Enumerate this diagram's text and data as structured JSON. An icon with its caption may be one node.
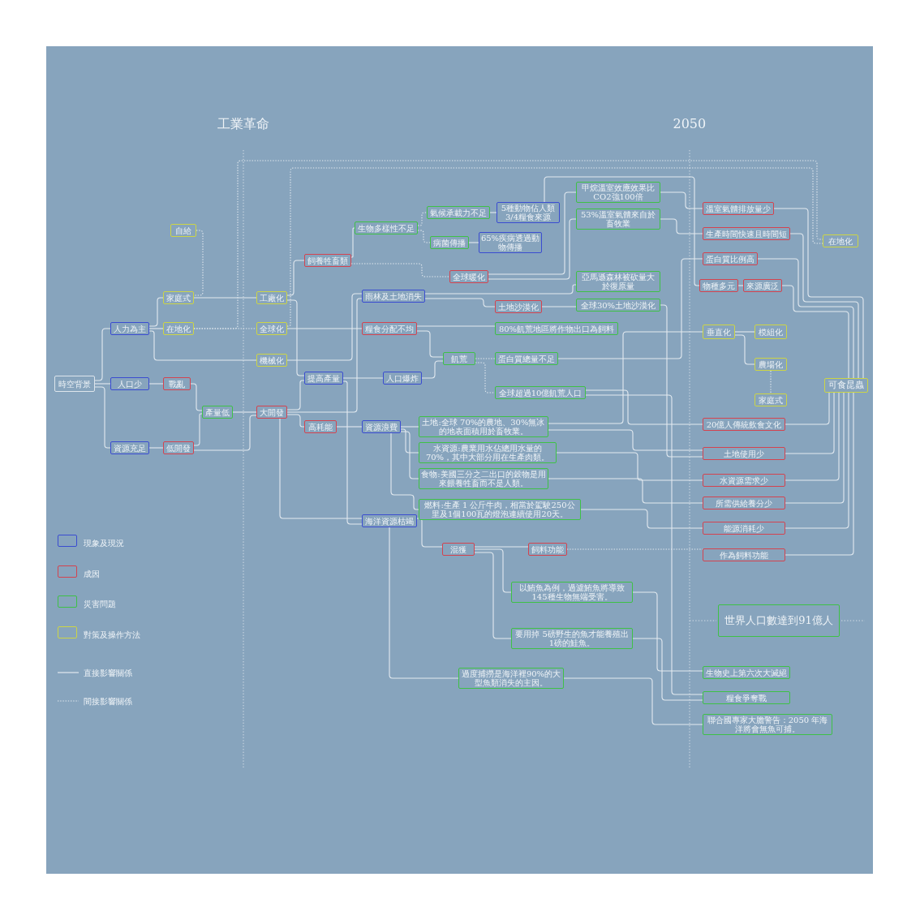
{
  "diagram": {
    "nodes": [
      {
        "text": [
          "時空背景"
        ]
      },
      {
        "text": [
          "人力為主"
        ]
      },
      {
        "text": [
          "人口少"
        ]
      },
      {
        "text": [
          "資源充足"
        ]
      },
      {
        "text": [
          "自給"
        ]
      },
      {
        "text": [
          "家庭式"
        ]
      },
      {
        "text": [
          "在地化"
        ]
      },
      {
        "text": [
          "戰亂"
        ]
      },
      {
        "text": [
          "低開發"
        ]
      },
      {
        "text": [
          "產量低"
        ]
      },
      {
        "text": [
          "工廠化"
        ]
      },
      {
        "text": [
          "全球化"
        ]
      },
      {
        "text": [
          "機械化"
        ]
      },
      {
        "text": [
          "大開發"
        ]
      },
      {
        "text": [
          "飼養牲畜類"
        ]
      },
      {
        "text": [
          "生物多樣性不足"
        ]
      },
      {
        "text": [
          "提高產量"
        ]
      },
      {
        "text": [
          "高耗能"
        ]
      },
      {
        "text": [
          "氣候承載力不足"
        ]
      },
      {
        "text": [
          "病菌傳播"
        ]
      },
      {
        "text": [
          "5種動物佔人類3/4糧食來源"
        ]
      },
      {
        "text": [
          "65%疾病透過動物傳播"
        ]
      },
      {
        "text": [
          "全球暖化"
        ]
      },
      {
        "text": [
          "雨林及土地消失"
        ]
      },
      {
        "text": [
          "糧食分配不均"
        ]
      },
      {
        "text": [
          "人口爆炸"
        ]
      },
      {
        "text": [
          "飢荒"
        ]
      },
      {
        "text": [
          "土地沙漠化"
        ]
      },
      {
        "text": [
          "資源浪費"
        ]
      },
      {
        "text": [
          "海洋資源枯竭"
        ]
      },
      {
        "text": [
          "甲烷溫室效應效果比CO2強100倍"
        ]
      },
      {
        "text": [
          "53%溫室氣體來自於畜牧業"
        ]
      },
      {
        "text": [
          "亞馬遜森林被砍量大於復原量"
        ]
      },
      {
        "text": [
          "全球30%土地沙漠化"
        ]
      },
      {
        "text": [
          "80%飢荒地區將作物出口為飼料"
        ]
      },
      {
        "text": [
          "蛋白質總量不足"
        ]
      },
      {
        "text": [
          "全球超過10億飢荒人口"
        ]
      },
      {
        "text": [
          "土地:全球 70%的農地、30%無冰的地表面積用於畜牧業。"
        ]
      },
      {
        "text": [
          "水資源:農業用水佔總用水量的 70%，其中大部分用在生產肉類。"
        ]
      },
      {
        "text": [
          "食物:美國三分之二出口的穀物是用來餵養牲畜而不是人類。"
        ]
      },
      {
        "text": [
          "燃料:生產 1 公斤牛肉，相當於駕駛250公里及1個100瓦的燈泡連續使用20天。"
        ]
      },
      {
        "text": [
          "混獲"
        ]
      },
      {
        "text": [
          "飼料功能"
        ]
      },
      {
        "text": [
          "以鮪魚為例，過濾鮪魚將導致145種生物無端受害。"
        ]
      },
      {
        "text": [
          "要用掉 5磅野生的魚才能養殖出1磅的鮭魚。"
        ]
      },
      {
        "text": [
          "過度捕撈是海洋裡90%的大型魚類消失的主因。"
        ]
      },
      {
        "text": [
          "溫室氣體排放量少"
        ]
      },
      {
        "text": [
          "生產時間快速且時間短"
        ]
      },
      {
        "text": [
          "蛋白質比例高"
        ]
      },
      {
        "text": [
          "物種多元"
        ]
      },
      {
        "text": [
          "來源廣泛"
        ]
      },
      {
        "text": [
          "在地化"
        ]
      },
      {
        "text": [
          "垂直化"
        ]
      },
      {
        "text": [
          "模組化"
        ]
      },
      {
        "text": [
          "農場化"
        ]
      },
      {
        "text": [
          "家庭式"
        ]
      },
      {
        "text": [
          "可食昆蟲"
        ]
      },
      {
        "text": [
          "20億人傳統飲食文化"
        ]
      },
      {
        "text": [
          "土地使用少"
        ]
      },
      {
        "text": [
          "水資源需求少"
        ]
      },
      {
        "text": [
          "所需供給養分少"
        ]
      },
      {
        "text": [
          "能源消耗少"
        ]
      },
      {
        "text": [
          "作為飼料功能"
        ]
      },
      {
        "text": [
          "世界人口數達到91億人"
        ]
      },
      {
        "text": [
          "生物史上第六次大滅絕"
        ]
      },
      {
        "text": [
          "糧食爭奪戰"
        ]
      },
      {
        "text": [
          "聯合國專家大膽警告：2050 年海洋將會無魚可捕。"
        ]
      }
    ],
    "edges": [
      {
        "from": 0,
        "to": 1,
        "arrow": "none"
      },
      {
        "from": 0,
        "to": 2,
        "arrow": "none"
      },
      {
        "from": 0,
        "to": 3,
        "arrow": "none"
      },
      {
        "from": 1,
        "to": 5,
        "arrow": "none"
      },
      {
        "from": 1,
        "to": 6,
        "arrow": "none"
      },
      {
        "from": 1,
        "to": 12,
        "arrow": "none"
      },
      {
        "from": 4,
        "to": 5,
        "arrow": "none",
        "style": "dashed"
      },
      {
        "from": 5,
        "to": 10,
        "arrow": "none"
      },
      {
        "from": 6,
        "to": 11,
        "arrow": "none",
        "style": "dashed"
      },
      {
        "from": 6,
        "to": 51,
        "arrow": "none",
        "style": "dashed"
      },
      {
        "from": 11,
        "to": 51,
        "arrow": "none",
        "style": "dashed"
      },
      {
        "from": 2,
        "to": 7,
        "arrow": "none"
      },
      {
        "from": 3,
        "to": 8,
        "arrow": "none"
      },
      {
        "from": 7,
        "to": 9,
        "arrow": "none"
      },
      {
        "from": 8,
        "to": 9,
        "arrow": "none"
      },
      {
        "from": 9,
        "to": 13,
        "arrow": "none"
      },
      {
        "from": 8,
        "to": 13,
        "arrow": "none"
      },
      {
        "from": 10,
        "to": 14,
        "arrow": "none"
      },
      {
        "from": 10,
        "to": 16,
        "arrow": "none"
      },
      {
        "from": 11,
        "to": 24,
        "arrow": "none"
      },
      {
        "from": 12,
        "to": 23,
        "arrow": "none"
      },
      {
        "from": 13,
        "to": 16,
        "arrow": "none"
      },
      {
        "from": 13,
        "to": 17,
        "arrow": "none"
      },
      {
        "from": 13,
        "to": 23,
        "arrow": "none"
      },
      {
        "from": 13,
        "to": 29,
        "arrow": "none"
      },
      {
        "from": 16,
        "to": 25,
        "arrow": "none"
      },
      {
        "from": 17,
        "to": 28,
        "arrow": "none"
      },
      {
        "from": 16,
        "to": 29,
        "arrow": "none"
      },
      {
        "from": 14,
        "to": 15,
        "arrow": "none"
      },
      {
        "from": 14,
        "to": 22,
        "arrow": "none",
        "style": "dashed"
      },
      {
        "from": 15,
        "to": 18,
        "arrow": "none",
        "style": "dashed"
      },
      {
        "from": 15,
        "to": 19,
        "arrow": "none",
        "style": "dashed"
      },
      {
        "from": 18,
        "to": 20,
        "arrow": "none"
      },
      {
        "from": 19,
        "to": 21,
        "arrow": "none"
      },
      {
        "from": 23,
        "to": 27,
        "arrow": "none"
      },
      {
        "from": 23,
        "to": 32,
        "arrow": "none"
      },
      {
        "from": 27,
        "to": 33,
        "arrow": "none"
      },
      {
        "from": 24,
        "to": 26,
        "arrow": "none"
      },
      {
        "from": 25,
        "to": 26,
        "arrow": "none"
      },
      {
        "from": 26,
        "to": 35,
        "arrow": "none",
        "style": "dashed"
      },
      {
        "from": 26,
        "to": 36,
        "arrow": "none",
        "style": "dashed"
      },
      {
        "from": 24,
        "to": 34,
        "arrow": "none"
      },
      {
        "from": 22,
        "to": 30,
        "arrow": "none"
      },
      {
        "from": 22,
        "to": 31,
        "arrow": "none"
      },
      {
        "from": 20,
        "to": 49,
        "arrow": "none"
      },
      {
        "from": 49,
        "to": 50,
        "arrow": "none"
      },
      {
        "from": 30,
        "to": 46,
        "arrow": "none"
      },
      {
        "from": 31,
        "to": 47,
        "arrow": "none"
      },
      {
        "from": 35,
        "to": 48,
        "arrow": "none"
      },
      {
        "from": 46,
        "to": 56,
        "arrow": "none"
      },
      {
        "from": 47,
        "to": 56,
        "arrow": "none"
      },
      {
        "from": 48,
        "to": 56,
        "arrow": "none"
      },
      {
        "from": 50,
        "to": 56,
        "arrow": "none"
      },
      {
        "from": 57,
        "to": 56,
        "arrow": "none"
      },
      {
        "from": 58,
        "to": 56,
        "arrow": "none"
      },
      {
        "from": 59,
        "to": 56,
        "arrow": "none"
      },
      {
        "from": 60,
        "to": 56,
        "arrow": "none"
      },
      {
        "from": 61,
        "to": 56,
        "arrow": "none"
      },
      {
        "from": 62,
        "to": 56,
        "arrow": "none"
      },
      {
        "from": 52,
        "to": 53,
        "arrow": "none"
      },
      {
        "from": 52,
        "to": 54,
        "arrow": "none"
      },
      {
        "from": 54,
        "to": 55,
        "arrow": "none",
        "style": "dashed"
      },
      {
        "from": 37,
        "to": 52,
        "arrow": "none"
      },
      {
        "from": 36,
        "to": 57,
        "arrow": "none"
      },
      {
        "from": 37,
        "to": 58,
        "arrow": "none"
      },
      {
        "from": 33,
        "to": 58,
        "arrow": "none"
      },
      {
        "from": 38,
        "to": 59,
        "arrow": "none"
      },
      {
        "from": 39,
        "to": 60,
        "arrow": "none"
      },
      {
        "from": 40,
        "to": 61,
        "arrow": "none"
      },
      {
        "from": 42,
        "to": 62,
        "arrow": "none",
        "style": "dashed"
      },
      {
        "from": 43,
        "to": 64,
        "arrow": "none"
      },
      {
        "from": 44,
        "to": 65,
        "arrow": "none"
      },
      {
        "from": 45,
        "to": 66,
        "arrow": "none"
      },
      {
        "from": 36,
        "to": 65,
        "arrow": "none"
      },
      {
        "from": 28,
        "to": 37,
        "arrow": "none"
      },
      {
        "from": 28,
        "to": 38,
        "arrow": "none"
      },
      {
        "from": 28,
        "to": 39,
        "arrow": "none"
      },
      {
        "from": 28,
        "to": 40,
        "arrow": "none"
      },
      {
        "from": 29,
        "to": 41,
        "arrow": "none"
      },
      {
        "from": 29,
        "to": 45,
        "arrow": "none"
      },
      {
        "from": 41,
        "to": 42,
        "arrow": "none"
      },
      {
        "from": 41,
        "to": 43,
        "arrow": "none"
      },
      {
        "from": 41,
        "to": 44,
        "arrow": "none"
      }
    ],
    "labels": [
      "工業革命",
      "2050"
    ],
    "legend": [
      {
        "text": "現象及現況",
        "color": "#3a4cd0"
      },
      {
        "text": "成因",
        "color": "#d4434f"
      },
      {
        "text": "災害問題",
        "color": "#3ec146"
      },
      {
        "text": "對策及操作方法",
        "color": "#cdd545"
      },
      {
        "text": "直接影響關係"
      },
      {
        "text": "間接影響關係"
      }
    ]
  }
}
